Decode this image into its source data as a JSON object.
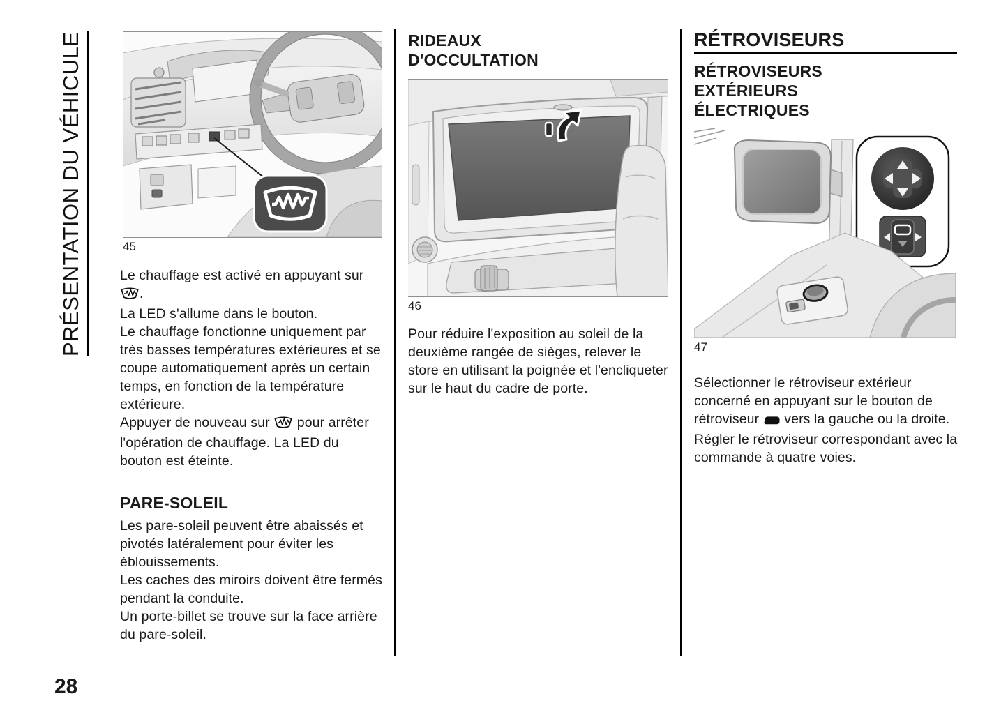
{
  "sidebar": {
    "title": "PRÉSENTATION DU VÉHICULE"
  },
  "page": {
    "number": "28"
  },
  "col1": {
    "figure_label": "45",
    "p1_pre": "Le chauffage est activé en appuyant sur",
    "p1_post": ".",
    "p2": "La LED s'allume dans le bouton.",
    "p3": "Le chauffage fonctionne uniquement par très basses températures extérieures et se coupe automatiquement après un certain temps, en fonction de la température extérieure.",
    "p4_pre": "Appuyer de nouveau sur",
    "p4_post": "pour arrêter l'opération de chauffage. La LED du bouton est éteinte.",
    "sun_visor_heading": "PARE-SOLEIL",
    "sv_p1": "Les pare-soleil peuvent être abaissés et pivotés latéralement pour éviter les éblouissements.",
    "sv_p2": "Les caches des miroirs doivent être fermés pendant la conduite.",
    "sv_p3": "Un porte-billet se trouve sur la face arrière du pare-soleil."
  },
  "col2": {
    "heading": "RIDEAUX D'OCCULTATION",
    "figure_label": "46",
    "p1": "Pour réduire l'exposition au soleil de la deuxième rangée de sièges, relever le store en utilisant la poignée et l'encliqueter sur le haut du cadre de porte."
  },
  "col3": {
    "heading": "RÉTROVISEURS",
    "subheading": "RÉTROVISEURS EXTÉRIEURS ÉLECTRIQUES",
    "figure_label": "47",
    "p1_pre": "Sélectionner le rétroviseur extérieur concerné en appuyant sur le bouton de rétroviseur",
    "p1_post": "vers la gauche ou la droite.",
    "p2": "Régler le rétroviseur correspondant avec la commande à quatre voies."
  },
  "colors": {
    "text": "#1a1a1a",
    "badge_dark": "#4b4b4b",
    "window_shade": "#5f5f5f"
  }
}
